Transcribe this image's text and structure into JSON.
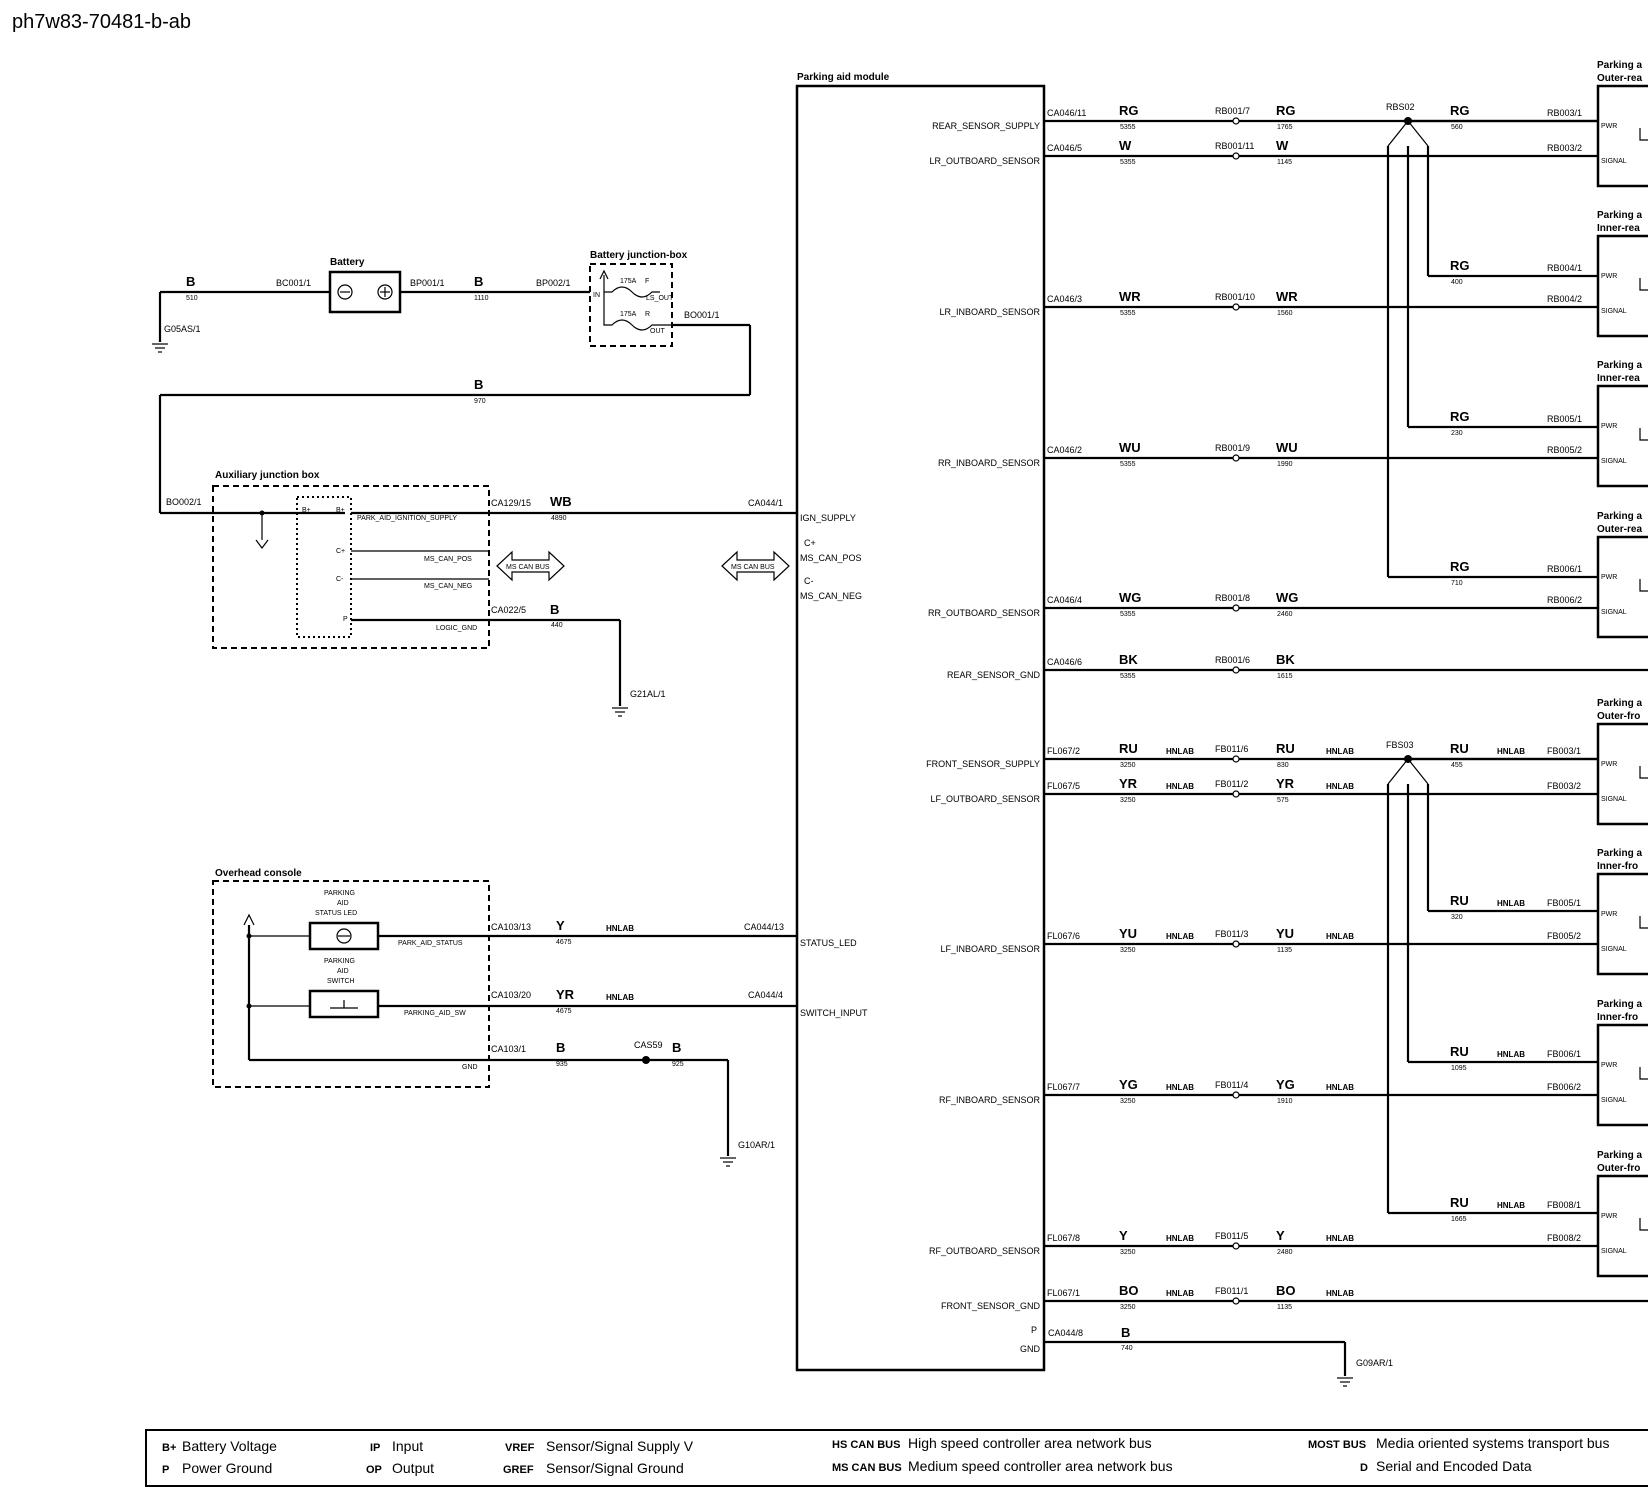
{
  "title": "ph7w83-70481-b-ab",
  "components": {
    "pam": "Parking aid module",
    "battery": "Battery",
    "bjb": "Battery junction-box",
    "ajb": "Auxiliary junction box",
    "overhead": "Overhead console",
    "led_l1": "PARKING",
    "led_l2": "AID",
    "led_l3": "STATUS LED",
    "sw_l1": "PARKING",
    "sw_l2": "AID",
    "sw_l3": "SWITCH"
  },
  "sensor_boxes": [
    {
      "l1": "Parking a",
      "l2": "Outer-rea"
    },
    {
      "l1": "Parking a",
      "l2": "Inner-rea"
    },
    {
      "l1": "Parking a",
      "l2": "Inner-rea"
    },
    {
      "l1": "Parking a",
      "l2": "Outer-rea"
    },
    {
      "l1": "Parking a",
      "l2": "Outer-fro"
    },
    {
      "l1": "Parking a",
      "l2": "Inner-fro"
    },
    {
      "l1": "Parking a",
      "l2": "Inner-fro"
    },
    {
      "l1": "Parking a",
      "l2": "Outer-fro"
    }
  ],
  "sensor_pins": {
    "pwr": "PWR",
    "signal": "SIGNAL"
  },
  "pam_signals": [
    "REAR_SENSOR_SUPPLY",
    "LR_OUTBOARD_SENSOR",
    "LR_INBOARD_SENSOR",
    "RR_INBOARD_SENSOR",
    "RR_OUTBOARD_SENSOR",
    "REAR_SENSOR_GND",
    "FRONT_SENSOR_SUPPLY",
    "LF_OUTBOARD_SENSOR",
    "LF_INBOARD_SENSOR",
    "RF_INBOARD_SENSOR",
    "RF_OUTBOARD_SENSOR",
    "FRONT_SENSOR_GND"
  ],
  "pam_pins": [
    "CA046/11",
    "CA046/5",
    "CA046/3",
    "CA046/2",
    "CA046/4",
    "CA046/6",
    "FL067/2",
    "FL067/5",
    "FL067/6",
    "FL067/7",
    "FL067/8",
    "FL067/1"
  ],
  "wires": [
    {
      "c1": "RG",
      "s1": "5355",
      "inline": "RB001/7",
      "c2": "RG",
      "s2": "1765"
    },
    {
      "c1": "W",
      "s1": "5355",
      "inline": "RB001/11",
      "c2": "W",
      "s2": "1145"
    },
    {
      "c1": "WR",
      "s1": "5355",
      "inline": "RB001/10",
      "c2": "WR",
      "s2": "1560"
    },
    {
      "c1": "WU",
      "s1": "5355",
      "inline": "RB001/9",
      "c2": "WU",
      "s2": "1990"
    },
    {
      "c1": "WG",
      "s1": "5355",
      "inline": "RB001/8",
      "c2": "WG",
      "s2": "2460"
    },
    {
      "c1": "BK",
      "s1": "5355",
      "inline": "RB001/6",
      "c2": "BK",
      "s2": "1615"
    },
    {
      "c1": "RU",
      "s1": "3250",
      "inline": "FB011/6",
      "c2": "RU",
      "s2": "830"
    },
    {
      "c1": "YR",
      "s1": "3250",
      "inline": "FB011/2",
      "c2": "YR",
      "s2": "575"
    },
    {
      "c1": "YU",
      "s1": "3250",
      "inline": "FB011/3",
      "c2": "YU",
      "s2": "1135"
    },
    {
      "c1": "YG",
      "s1": "3250",
      "inline": "FB011/4",
      "c2": "YG",
      "s2": "1910"
    },
    {
      "c1": "Y",
      "s1": "3250",
      "inline": "FB011/5",
      "c2": "Y",
      "s2": "2480"
    },
    {
      "c1": "BO",
      "s1": "3250",
      "inline": "FB011/1",
      "c2": "BO",
      "s2": "1135"
    }
  ],
  "hnlab": "HNLAB",
  "splices": {
    "rear": "RBS02",
    "front": "FBS03"
  },
  "supply_branches": [
    {
      "color": "RG",
      "size": "560",
      "pin": "RB003/1"
    },
    {
      "color": "RG",
      "size": "400",
      "pin": "RB004/1"
    },
    {
      "color": "RG",
      "size": "230",
      "pin": "RB005/1"
    },
    {
      "color": "RG",
      "size": "710",
      "pin": "RB006/1"
    },
    {
      "color": "RU",
      "size": "455",
      "pin": "FB003/1"
    },
    {
      "color": "RU",
      "size": "320",
      "pin": "FB005/1"
    },
    {
      "color": "RU",
      "size": "1095",
      "pin": "FB006/1"
    },
    {
      "color": "RU",
      "size": "1665",
      "pin": "FB008/1"
    }
  ],
  "signal_pins": [
    "RB003/2",
    "RB004/2",
    "RB005/2",
    "RB006/2",
    "FB003/2",
    "FB005/2",
    "FB006/2",
    "FB008/2"
  ],
  "pam_gnd": {
    "p": "P",
    "gnd": "GND",
    "pin": "CA044/8",
    "color": "B",
    "size": "740",
    "ground": "G09AR/1"
  },
  "power": {
    "ground1": "G05AS/1",
    "w1_color": "B",
    "w1_size": "510",
    "bc001": "BC001/1",
    "bp001": "BP001/1",
    "w2_color": "B",
    "w2_size": "1110",
    "bp002": "BP002/1",
    "in": "IN",
    "ls_out": "LS_OUT",
    "out": "OUT",
    "fuse_f": "175A",
    "fuse_f_tag": "F",
    "fuse_r": "175A",
    "fuse_r_tag": "R",
    "bo001": "BO001/1",
    "w3_color": "B",
    "w3_size": "970",
    "bo002": "BO002/1"
  },
  "ajb": {
    "bplus1": "B+",
    "bplus2": "B+",
    "cplus": "C+",
    "cminus": "C-",
    "p": "P",
    "sig_ign": "PARK_AID_IGNITION_SUPPLY",
    "sig_pos": "MS_CAN_POS",
    "sig_neg": "MS_CAN_NEG",
    "sig_gnd": "LOGIC_GND",
    "pin_ign": "CA129/15",
    "ign_color": "WB",
    "ign_size": "4890",
    "pam_ign_pin": "CA044/1",
    "pin_gnd": "CA022/5",
    "gnd_color": "B",
    "gnd_size": "440",
    "ground": "G21AL/1",
    "bus": "MS CAN BUS"
  },
  "pam_left": {
    "ign": "IGN_SUPPLY",
    "cplus": "C+",
    "pos": "MS_CAN_POS",
    "cminus": "C-",
    "neg": "MS_CAN_NEG",
    "status": "STATUS_LED",
    "sw": "SWITCH_INPUT"
  },
  "console": {
    "sig_status": "PARK_AID_STATUS",
    "sig_sw": "PARKING_AID_SW",
    "gnd": "GND",
    "pin_status": "CA103/13",
    "status_color": "Y",
    "status_size": "4675",
    "pam_status_pin": "CA044/13",
    "pin_sw": "CA103/20",
    "sw_color": "YR",
    "sw_size": "4675",
    "pam_sw_pin": "CA044/4",
    "pin_gnd": "CA103/1",
    "gnd_color1": "B",
    "gnd_size1": "935",
    "splice": "CAS59",
    "gnd_color2": "B",
    "gnd_size2": "925",
    "ground": "G10AR/1"
  },
  "legend": [
    {
      "key": "B+",
      "text": "Battery Voltage"
    },
    {
      "key": "P",
      "text": "Power Ground"
    },
    {
      "key": "IP",
      "text": "Input"
    },
    {
      "key": "OP",
      "text": "Output"
    },
    {
      "key": "VREF",
      "text": "Sensor/Signal Supply V"
    },
    {
      "key": "GREF",
      "text": "Sensor/Signal Ground"
    },
    {
      "key": "HS CAN BUS",
      "text": "High speed controller area network bus"
    },
    {
      "key": "MS CAN BUS",
      "text": "Medium speed controller area network bus"
    },
    {
      "key": "MOST BUS",
      "text": "Media oriented systems transport bus"
    },
    {
      "key": "D",
      "text": "Serial and Encoded Data"
    }
  ]
}
